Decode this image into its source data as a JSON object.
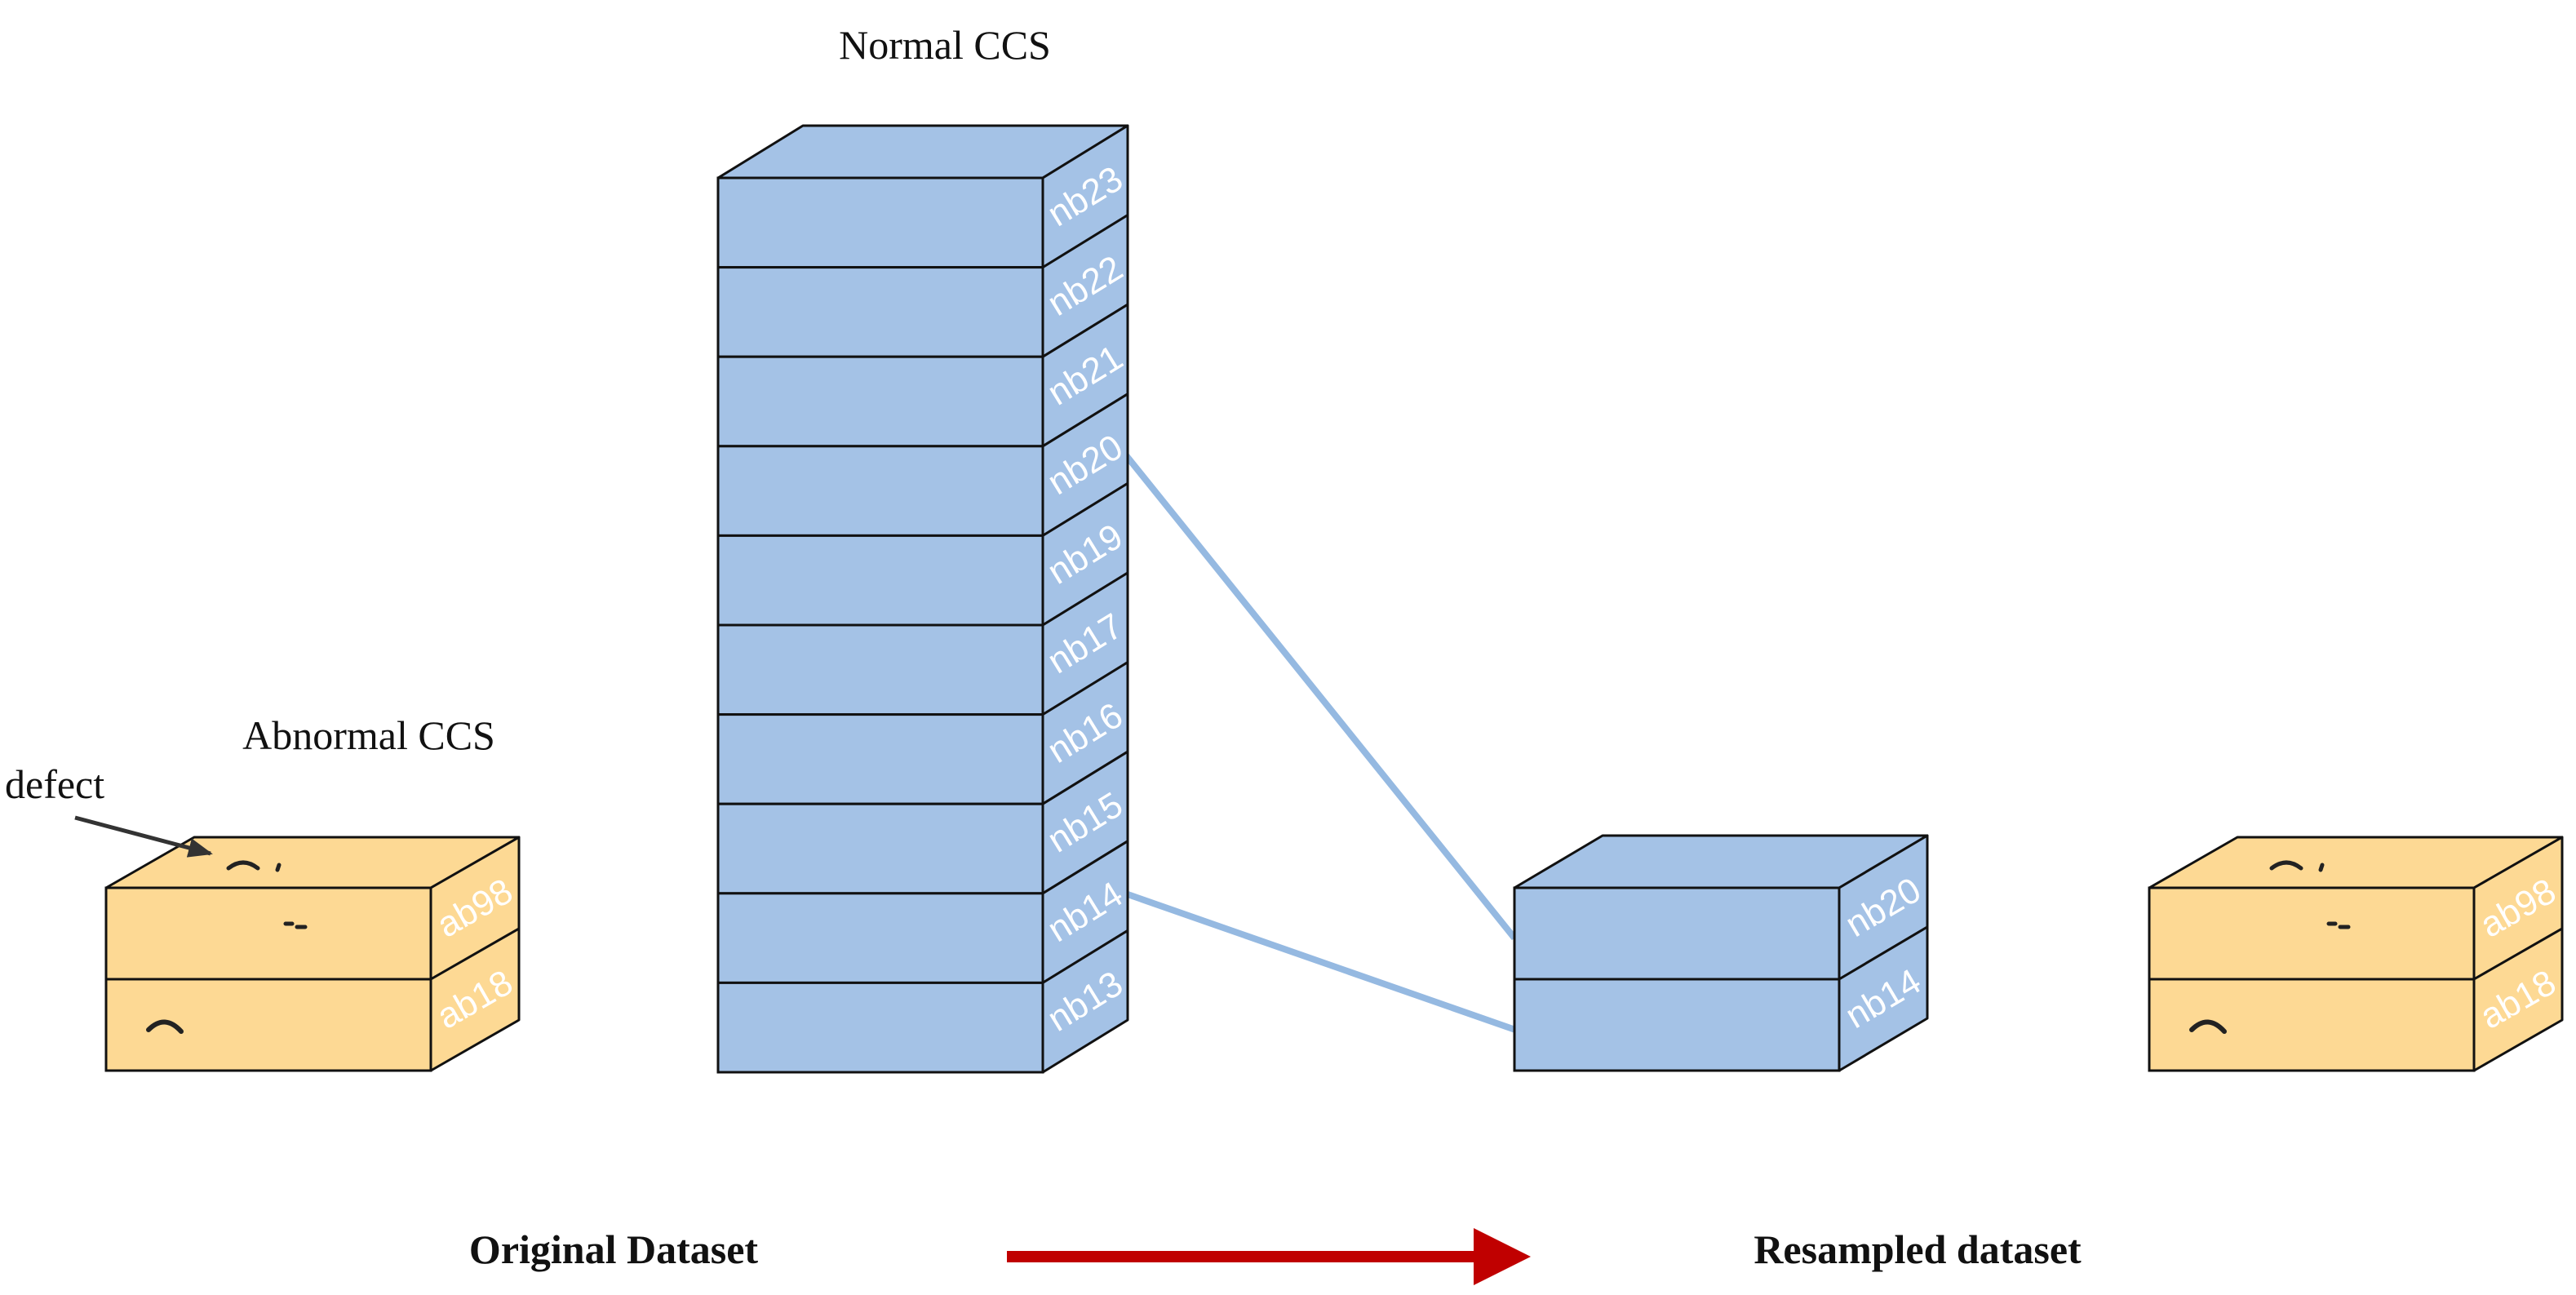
{
  "labels": {
    "normal_ccs": "Normal CCS",
    "abnormal_ccs": "Abnormal CCS",
    "defect": "defect",
    "original_dataset": "Original Dataset",
    "resampled_dataset": "Resampled dataset"
  },
  "normal_stack": [
    "nb23",
    "nb22",
    "nb21",
    "nb20",
    "nb19",
    "nb17",
    "nb16",
    "nb15",
    "nb14",
    "nb13"
  ],
  "abnormal_stack": [
    "ab98",
    "ab18"
  ],
  "resampled_normal": [
    "nb20",
    "nb14"
  ],
  "resampled_abnormal": [
    "ab98",
    "ab18"
  ],
  "colors": {
    "normal_fill": "#a4c2e6",
    "abnormal_fill": "#fdd994",
    "connector": "#95b9e1",
    "arrow": "#c00000",
    "outline": "#111111",
    "side_text": "#ffffff"
  }
}
